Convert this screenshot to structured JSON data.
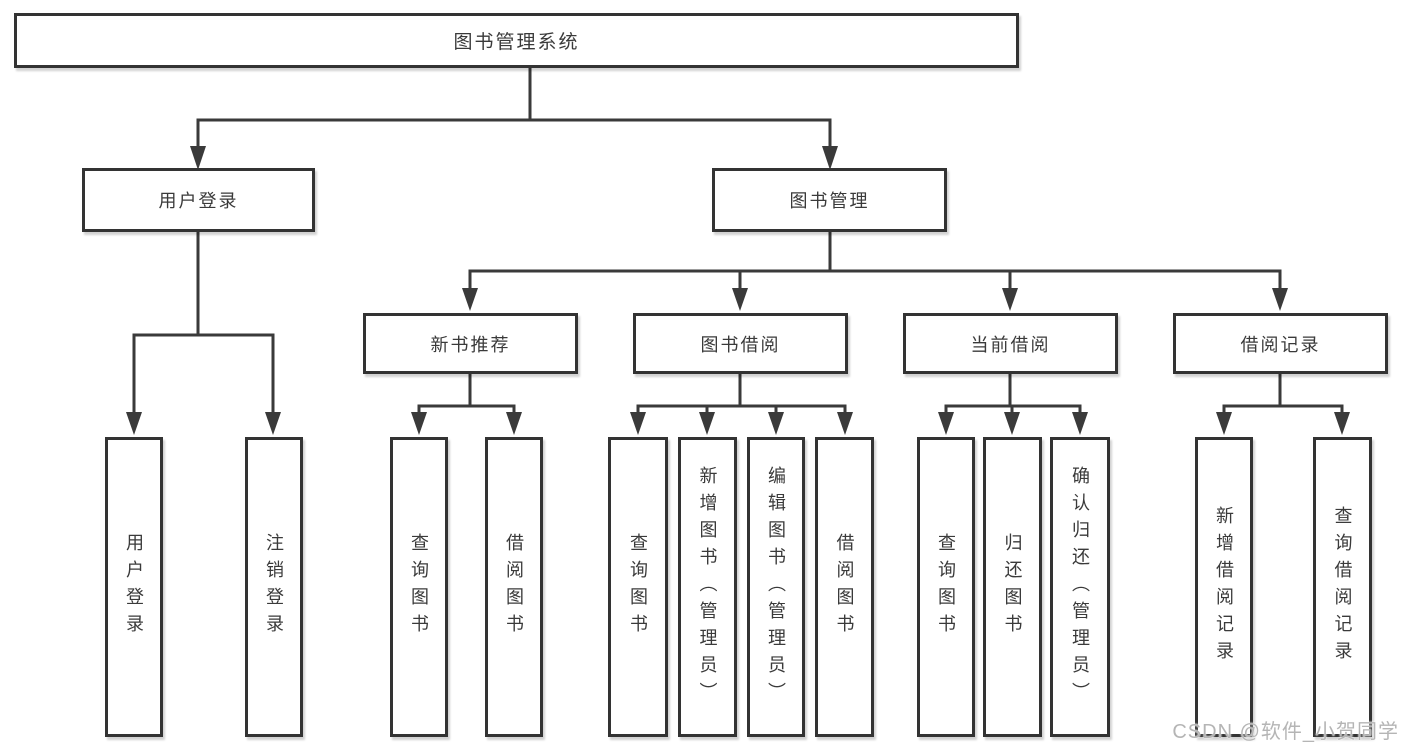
{
  "diagram": {
    "type": "hierarchy",
    "root": "图书管理系统",
    "level2": {
      "user_login": "用户登录",
      "book_management": "图书管理"
    },
    "level3": {
      "new_book_recommend": "新书推荐",
      "book_borrowing": "图书借阅",
      "current_borrowing": "当前借阅",
      "borrowing_records": "借阅记录"
    },
    "leaves": {
      "login_1": "用户登录",
      "login_2": "注销登录",
      "recommend_1": "查询图书",
      "recommend_2": "借阅图书",
      "borrowing_1": "查询图书",
      "borrowing_2": "新增图书（管理员）",
      "borrowing_3": "编辑图书（管理员）",
      "borrowing_4": "借阅图书",
      "current_1": "查询图书",
      "current_2": "归还图书",
      "current_3": "确认归还（管理员）",
      "records_1": "新增借阅记录",
      "records_2": "查询借阅记录"
    }
  },
  "watermark": "CSDN @软件_小贺同学",
  "colors": {
    "line": "#3a3a3a",
    "box_border": "#333333",
    "box_fill": "#ffffff",
    "text": "#3a3a3a",
    "watermark": "#b5b5b5",
    "background": "#ffffff"
  }
}
